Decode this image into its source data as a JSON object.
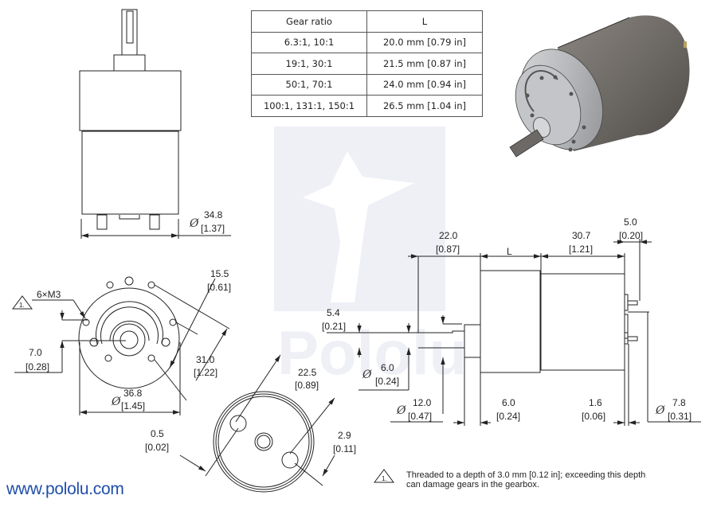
{
  "title": "Pololu 37D metal gearmotor dimension drawing",
  "gear_table": {
    "headers": [
      "Gear ratio",
      "L"
    ],
    "rows": [
      [
        "6.3:1, 10:1",
        "20.0 mm [0.79 in]"
      ],
      [
        "19:1, 30:1",
        "21.5 mm [0.87 in]"
      ],
      [
        "50:1, 70:1",
        "24.0 mm [0.94 in]"
      ],
      [
        "100:1, 131:1, 150:1",
        "26.5 mm [1.04 in]"
      ]
    ]
  },
  "top_view": {
    "diameter": {
      "mm": "34.8",
      "in": "[1.37]",
      "symbol": "Ø"
    }
  },
  "front_view": {
    "thread_label": "6×M3",
    "note_marker": "1.",
    "offset": {
      "mm": "7.0",
      "in": "[0.28]"
    },
    "hole_spacing_a": {
      "mm": "15.5",
      "in": "[0.61]"
    },
    "hole_spacing_b": {
      "mm": "31.0",
      "in": "[1.22]"
    },
    "diameter": {
      "mm": "36.8",
      "in": "[1.45]",
      "symbol": "Ø"
    }
  },
  "rear_view": {
    "terminal_spacing": {
      "mm": "22.5",
      "in": "[0.89]"
    },
    "terminal_width": {
      "mm": "2.9",
      "in": "[0.11]"
    },
    "terminal_thickness": {
      "mm": "0.5",
      "in": "[0.02]"
    }
  },
  "side_view": {
    "shaft_length": {
      "mm": "22.0",
      "in": "[0.87]"
    },
    "gearbox_length": {
      "label": "L"
    },
    "motor_length": {
      "mm": "30.7",
      "in": "[1.21]"
    },
    "terminal_length": {
      "mm": "5.0",
      "in": "[0.20]"
    },
    "flat_depth": {
      "mm": "5.4",
      "in": "[0.21]"
    },
    "shaft_diameter": {
      "mm": "6.0",
      "in": "[0.24]",
      "symbol": "Ø"
    },
    "boss_diameter": {
      "mm": "12.0",
      "in": "[0.47]",
      "symbol": "Ø"
    },
    "boss_length": {
      "mm": "6.0",
      "in": "[0.24]"
    },
    "endcap_length": {
      "mm": "1.6",
      "in": "[0.06]"
    },
    "endcap_diameter": {
      "mm": "7.8",
      "in": "[0.31]",
      "symbol": "Ø"
    }
  },
  "footer": {
    "url": "www.pololu.com",
    "note_marker": "1.",
    "note_text": "Threaded to a depth of 3.0 mm [0.12 in]; exceeding this depth can damage gears in the gearbox."
  },
  "watermark": "Pololu",
  "colors": {
    "line": "#222222",
    "watermark": "#eef0f6",
    "url": "#1f4fa8"
  }
}
